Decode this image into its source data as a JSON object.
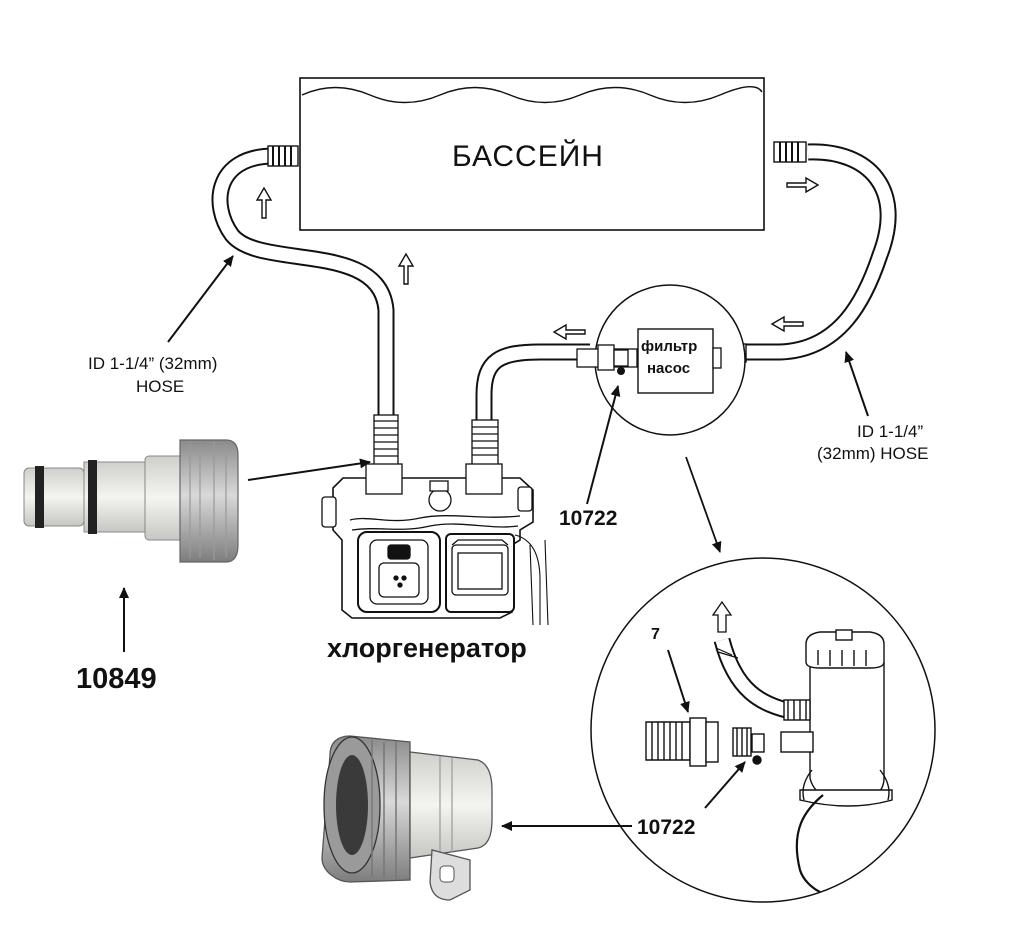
{
  "pool": {
    "label": "БАССЕЙН"
  },
  "filter_pump": {
    "line1": "фильтр",
    "line2": "насос"
  },
  "hose_left": {
    "line1": "ID 1-1/4” (32mm)",
    "line2": "HOSE"
  },
  "hose_right": {
    "line1": "ID 1-1/4”",
    "line2": "(32mm) HOSE"
  },
  "parts": {
    "adapter_a": "10849",
    "valve_top": "10722",
    "valve_bottom": "10722",
    "item_7": "7"
  },
  "chlorinator": {
    "label": "хлоргенератор"
  },
  "colors": {
    "line": "#111111",
    "fill": "#ffffff",
    "adapter_grey": "#b9b9b9",
    "adapter_light": "#e6e6e2",
    "ring_dark": "#2a2a2a"
  },
  "icons": [
    "arrow-icon",
    "hose-icon",
    "adapter-icon",
    "chlorinator-icon",
    "filter-pump-icon",
    "valve-icon"
  ]
}
